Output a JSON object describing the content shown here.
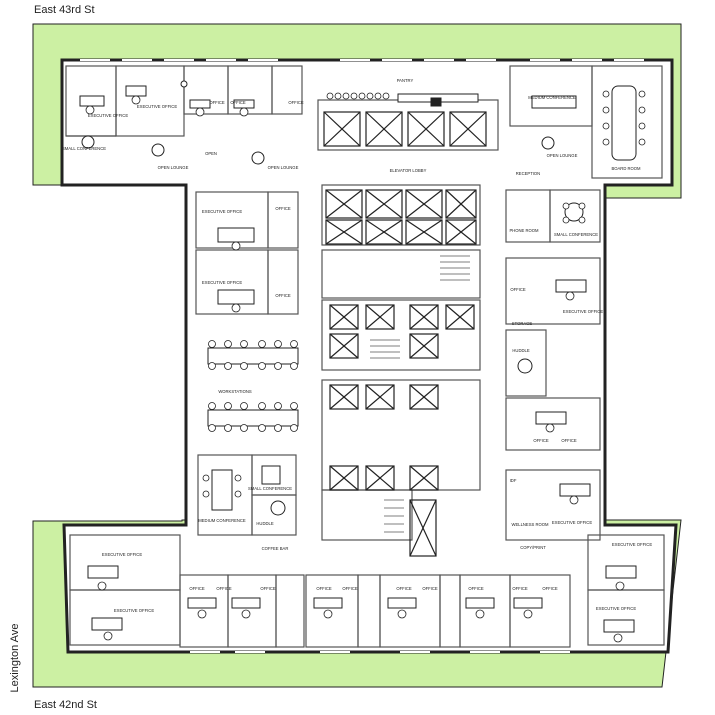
{
  "streets": {
    "north": "East 43rd St",
    "south": "East 42nd St",
    "west": "Lexington Ave"
  },
  "colors": {
    "green": "#ccf0a3",
    "wall": "#222222",
    "line": "#555555",
    "grey": "#999999"
  },
  "rooms": {
    "pantry": "PANTRY",
    "executive_office": "EXECUTIVE OFFICE",
    "office": "OFFICE",
    "small_conference": "SMALL CONFERENCE",
    "open_lounge": "OPEN LOUNGE",
    "open": "OPEN",
    "medium_conference": "MEDIUM CONFERENCE",
    "board_room": "BOARD ROOM",
    "elevator_lobby": "ELEVATOR LOBBY",
    "reception": "RECEPTION",
    "phone_room": "PHONE ROOM",
    "storage": "STORAGE",
    "huddle": "HUDDLE",
    "workstations": "WORKSTATIONS",
    "coffee_bar": "COFFEE BAR",
    "idf": "IDF",
    "wellness_room": "WELLNESS ROOM",
    "copy_print": "COPY/PRINT"
  }
}
